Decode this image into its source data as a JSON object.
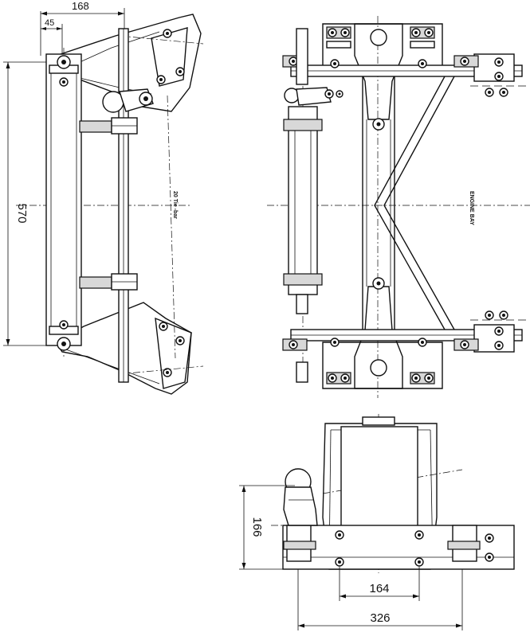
{
  "dimensions": {
    "top_width": "168",
    "offset": "45",
    "height": "570",
    "foot_spacing": "164",
    "overall_width": "326",
    "end_height": "166"
  },
  "labels": {
    "tie_bar": "20 Tie -bar",
    "engine_bay": "ENGINE BAY"
  }
}
